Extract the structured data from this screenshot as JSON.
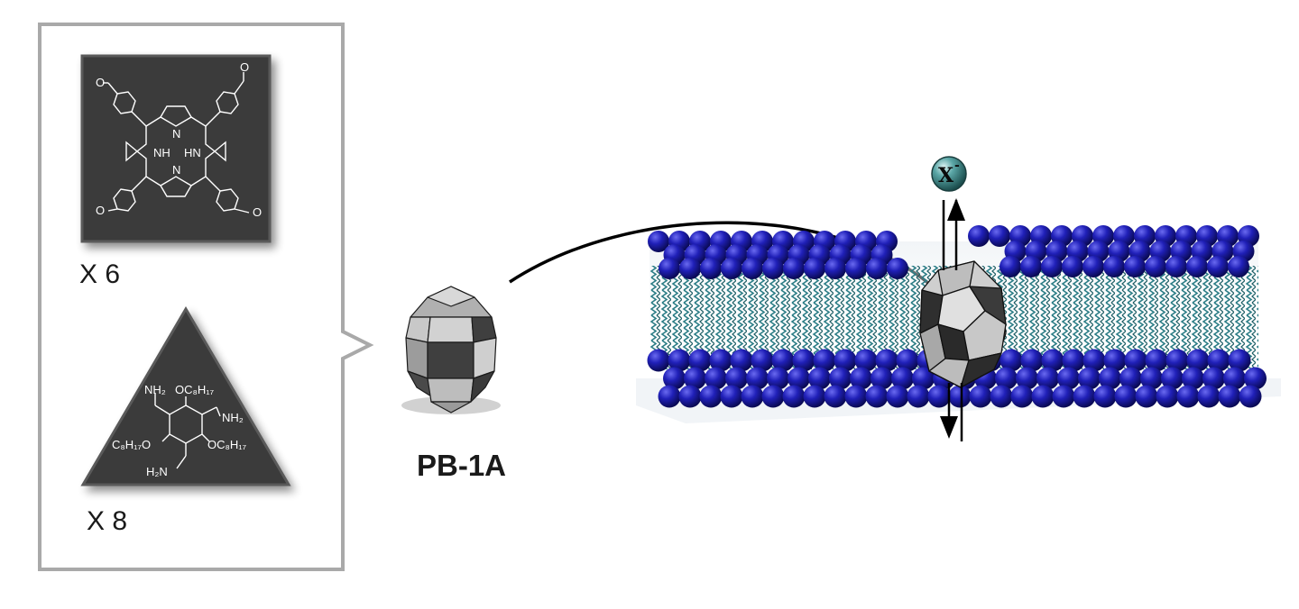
{
  "building_blocks": {
    "porphyrin": {
      "multiplier": "X 6",
      "atom_labels": [
        "NH",
        "N",
        "HN",
        "N"
      ],
      "end_groups": [
        "O",
        "O",
        "O",
        "O"
      ]
    },
    "triangle": {
      "multiplier": "X 8",
      "substituents": {
        "nh2_top": "NH₂",
        "oc8_top": "OC₈H₁₇",
        "nh2_right": "NH₂",
        "c8o_left": "C₈H₁₇O",
        "oc8_right": "OC₈H₁₇",
        "h2n_bottom": "H₂N"
      }
    }
  },
  "cage": {
    "label": "PB-1A"
  },
  "ion": {
    "symbol": "X",
    "charge": "-"
  },
  "colors": {
    "panel_border": "#a9a9a9",
    "tile_fill": "#3b3b3b",
    "lipid_head": "#1c1ca8",
    "lipid_tail": "#2b7d86",
    "ion_fill": "#2f6f6f",
    "cage_light": "#c4c4c4",
    "cage_dark": "#3f3f3f"
  }
}
